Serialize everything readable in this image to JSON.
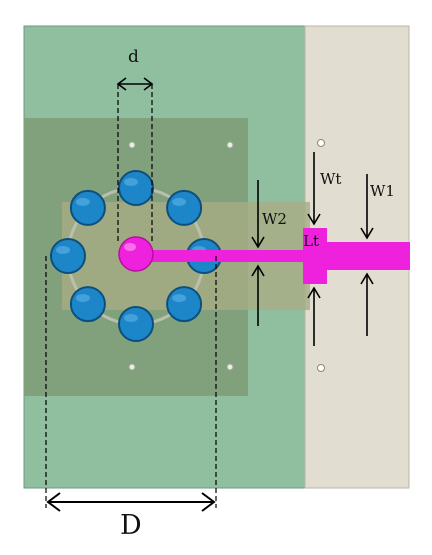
{
  "colors": {
    "background": "#ffffff",
    "substrate_green": "#8fbf9f",
    "substrate_light": "#e1ddd0",
    "ground_plane": "#7f9e78",
    "feed_region": "#a7ad83",
    "via": "#1d86c8",
    "via_ring": "#bdbfae",
    "probe": "#ee22dd",
    "microstrip": "#ee22dd",
    "dimension_line": "#000000",
    "screw_hole": "#e9ede4"
  },
  "labels": {
    "d": "d",
    "Wt": "Wt",
    "W1": "W1",
    "W2": "W2",
    "Lt": "Lt",
    "D": "D"
  },
  "icons": {
    "via": "circle",
    "probe": "circle",
    "screw_hole": "small-circle"
  },
  "via_count": 8
}
